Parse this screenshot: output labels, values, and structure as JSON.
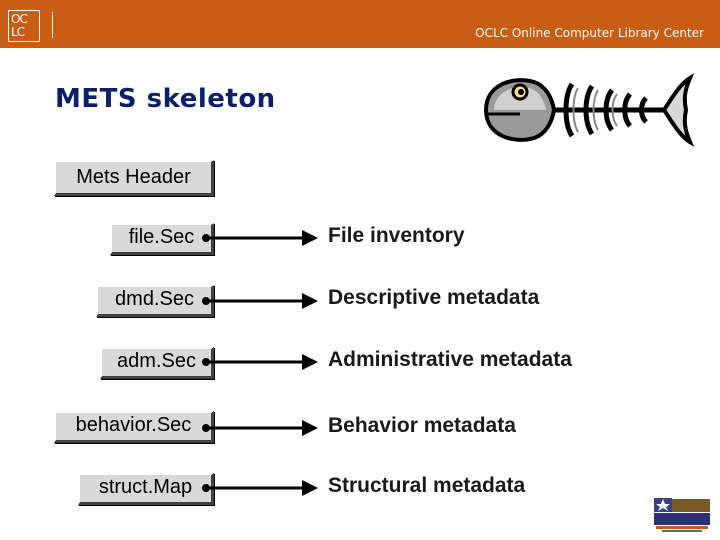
{
  "header": {
    "logo_line1": "OC",
    "logo_line2": "LC",
    "organization": "OCLC Online Computer Library Center"
  },
  "slide": {
    "title": "METS skeleton",
    "header_box": "Mets Header",
    "rows": [
      {
        "section": "file.Sec",
        "description": "File inventory"
      },
      {
        "section": "dmd.Sec",
        "description": "Descriptive metadata"
      },
      {
        "section": "adm.Sec",
        "description": "Administrative metadata"
      },
      {
        "section": "behavior.Sec",
        "description": "Behavior metadata"
      },
      {
        "section": "struct.Map",
        "description": "Structural metadata"
      }
    ]
  },
  "icons": {
    "fish_skeleton": "fish-skeleton-icon",
    "conference_badge": "san-antonio-2006-badge"
  },
  "colors": {
    "header_bar": "#c95d13",
    "title": "#0b1f6b",
    "box_fill": "#d9d9d9"
  }
}
